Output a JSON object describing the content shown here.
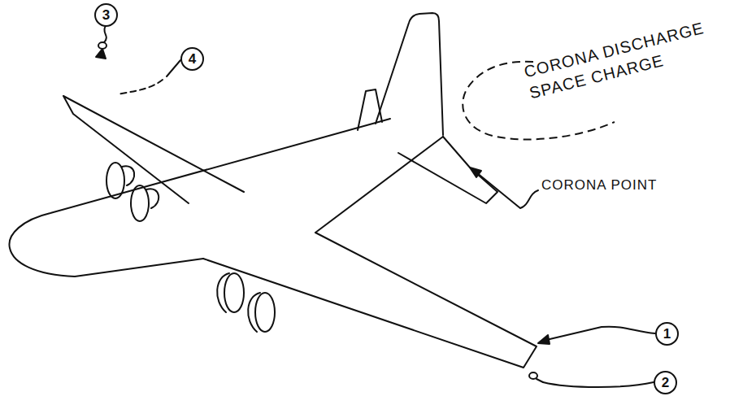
{
  "diagram": {
    "nodes": [
      {
        "text": [
          "3"
        ]
      },
      {
        "text": [
          "4"
        ]
      },
      {
        "text": [
          "CORONA DISCHARGE SPACE CHARGE"
        ]
      },
      {
        "text": [
          "1"
        ]
      },
      {
        "text": [
          "2"
        ]
      }
    ],
    "labels": [
      "CORONA POINT"
    ]
  }
}
